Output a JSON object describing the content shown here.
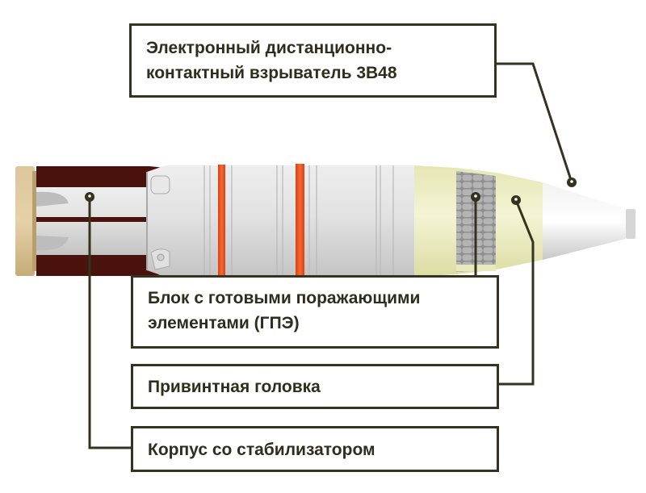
{
  "diagram": {
    "title": "Projectile component diagram",
    "colors": {
      "line": "#33331f",
      "text": "#2e2e1e",
      "body_gray": "#d8d8d8",
      "tail_maroon": "#4a120c",
      "base_tan": "#d4bd8a",
      "driving_band": "#e8501e",
      "head_yellow": "#eeeec0",
      "fragments_gray": "#9a9a9a"
    },
    "labels": [
      {
        "id": "fuze",
        "lines": [
          "Электронный дистанционно-",
          "контактный взрыватель 3В48"
        ],
        "points_to": "nose fuze"
      },
      {
        "id": "fragment-block",
        "lines": [
          "Блок с готовыми поражающими",
          "элементами (ГПЭ)"
        ],
        "points_to": "pre-formed fragments block"
      },
      {
        "id": "screw-head",
        "lines": [
          "Привинтная головка"
        ],
        "points_to": "screw-on head"
      },
      {
        "id": "body",
        "lines": [
          "Корпус со стабилизатором"
        ],
        "points_to": "body with stabilizer"
      }
    ]
  }
}
